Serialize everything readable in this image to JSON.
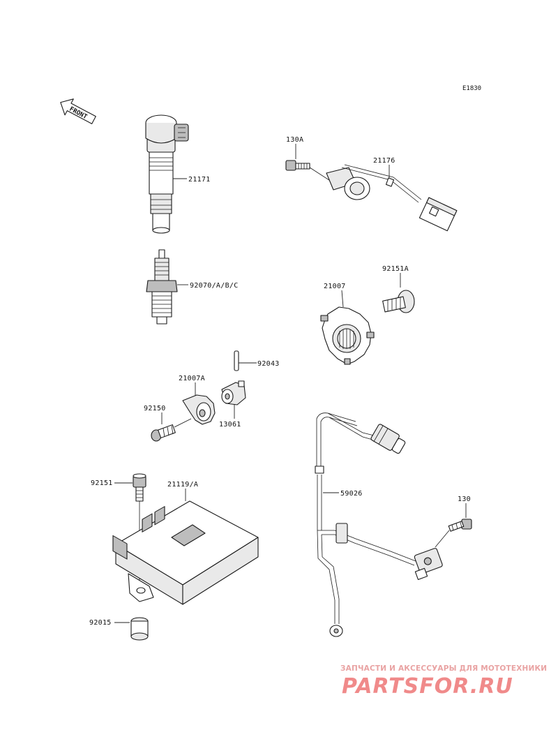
{
  "diagram_code": "E1830",
  "front_label": "FRONT",
  "parts": {
    "ignition_coil": "21171",
    "spark_plug": "92070/A/B/C",
    "bolt_130A": "130A",
    "crank_sensor": "21176",
    "bolt_92151A": "92151A",
    "timing_rotor": "21007",
    "pin_92043": "92043",
    "rotor_21007A": "21007A",
    "collar_13061": "13061",
    "bolt_92150": "92150",
    "bolt_92151": "92151",
    "igniter": "21119/A",
    "harness": "59026",
    "bolt_130": "130",
    "damper_92015": "92015"
  },
  "watermark": {
    "tagline": "ЗАПЧАСТИ И АКСЕССУАРЫ ДЛЯ МОТОТЕХНИКИ",
    "logo": "PARTSFOR.RU"
  }
}
